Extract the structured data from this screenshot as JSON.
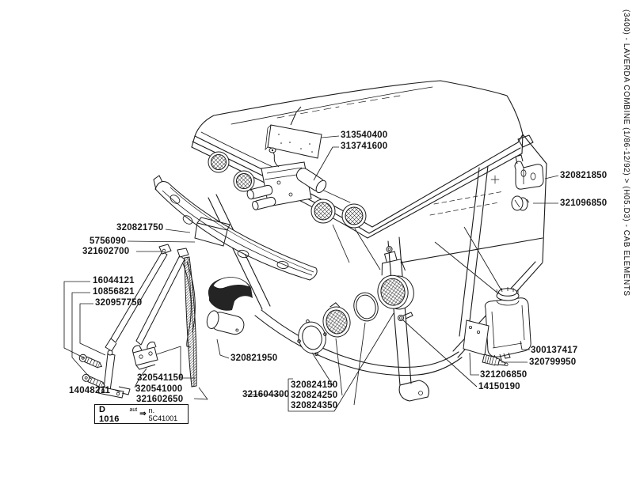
{
  "sidebar": {
    "caption": "(3400) - LAVERDA COMBINE (1/86-12/92) > (H05.D3) - CAB ELEMENTS"
  },
  "figure": {
    "type": "exploded-parts-diagram",
    "subject": "combine harvester cab elements",
    "labels": {
      "p313540400": "313540400",
      "p313741600": "313741600",
      "p320821850": "320821850",
      "p321096850": "321096850",
      "p320821750": "320821750",
      "p5756090": "5756090",
      "p321602700": "321602700",
      "p16044121": "16044121",
      "p10856821": "10856821",
      "p320957750": "320957750",
      "p320821950": "320821950",
      "p14048211": "14048211",
      "p320541150": "320541150",
      "p320541000": "320541000",
      "p321602650": "321602650",
      "p321604300": "321604300",
      "p320824150": "320824150",
      "p320824250": "320824250",
      "p320824350": "320824350",
      "p300137417": "300137417",
      "p320799950": "320799950",
      "p321206850": "321206850",
      "p14150190": "14150190"
    },
    "note_box": {
      "code": "D 1016",
      "superscript": "aut",
      "arrow": "⇒",
      "serial": "n. 5C41001"
    }
  },
  "colors": {
    "ink": "#1b1b1b",
    "background": "#ffffff"
  }
}
